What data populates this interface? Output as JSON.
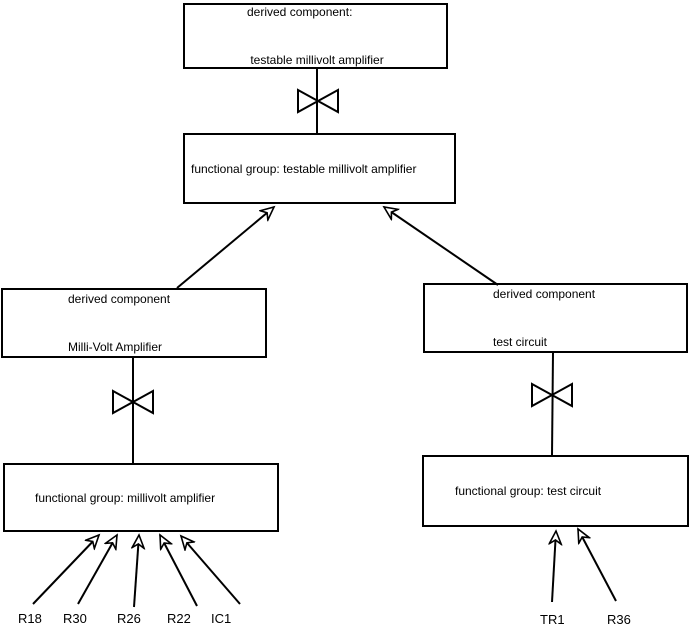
{
  "colors": {
    "background": "#ffffff",
    "line": "#000000",
    "text": "#000000",
    "node_fill": "#ffffff"
  },
  "nodes": {
    "derived_testable": {
      "line1": "derived component:",
      "line2": " testable millivolt amplifier"
    },
    "fg_testable": {
      "line1": "functional group: testable millivolt amplifier"
    },
    "derived_mva": {
      "line1": "derived component",
      "line2": "Milli-Volt Amplifier"
    },
    "derived_tc": {
      "line1": "derived component",
      "line2": "test circuit"
    },
    "fg_mva": {
      "line1": "functional group: millivolt amplifier"
    },
    "fg_tc": {
      "line1": "functional group: test circuit"
    }
  },
  "components": {
    "left": [
      "R18",
      "R30",
      "R26",
      "R22",
      "IC1"
    ],
    "right": [
      "TR1",
      "R36"
    ]
  },
  "icons": {
    "decomposition": "bowtie-icon",
    "arrowhead": "open-arrowhead-icon"
  }
}
